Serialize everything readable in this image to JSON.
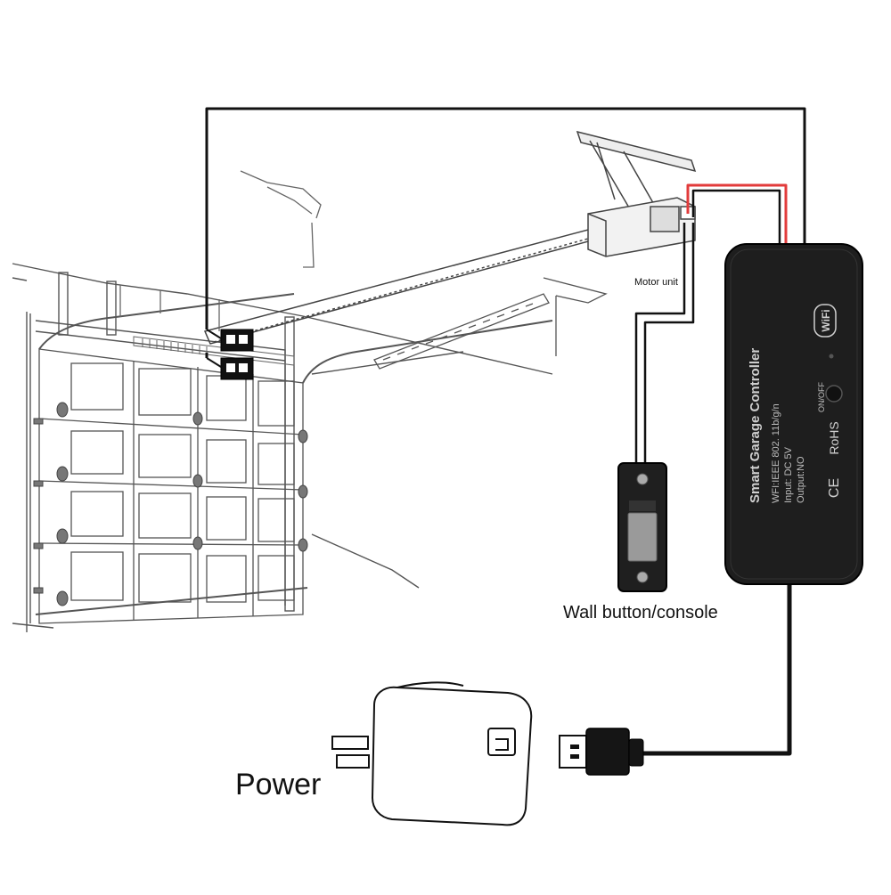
{
  "labels": {
    "motor_unit": "Motor unit",
    "wall_button": "Wall button/console",
    "power": "Power"
  },
  "controller": {
    "title": "Smart Garage Controller",
    "spec_wifi": "WFI:IEEE 802. 11b/g/n",
    "spec_input": "Input: DC 5V",
    "spec_output": "Output:NO",
    "badge": "WiFi",
    "switch_label": "ON/OFF",
    "cert_ce": "CE",
    "cert_rohs": "RoHS"
  },
  "colors": {
    "wire": "#111111",
    "wire_red": "#e23b3b",
    "device_body": "#1e1e1e",
    "device_text": "#cfcfcf",
    "line_art": "#444444"
  }
}
